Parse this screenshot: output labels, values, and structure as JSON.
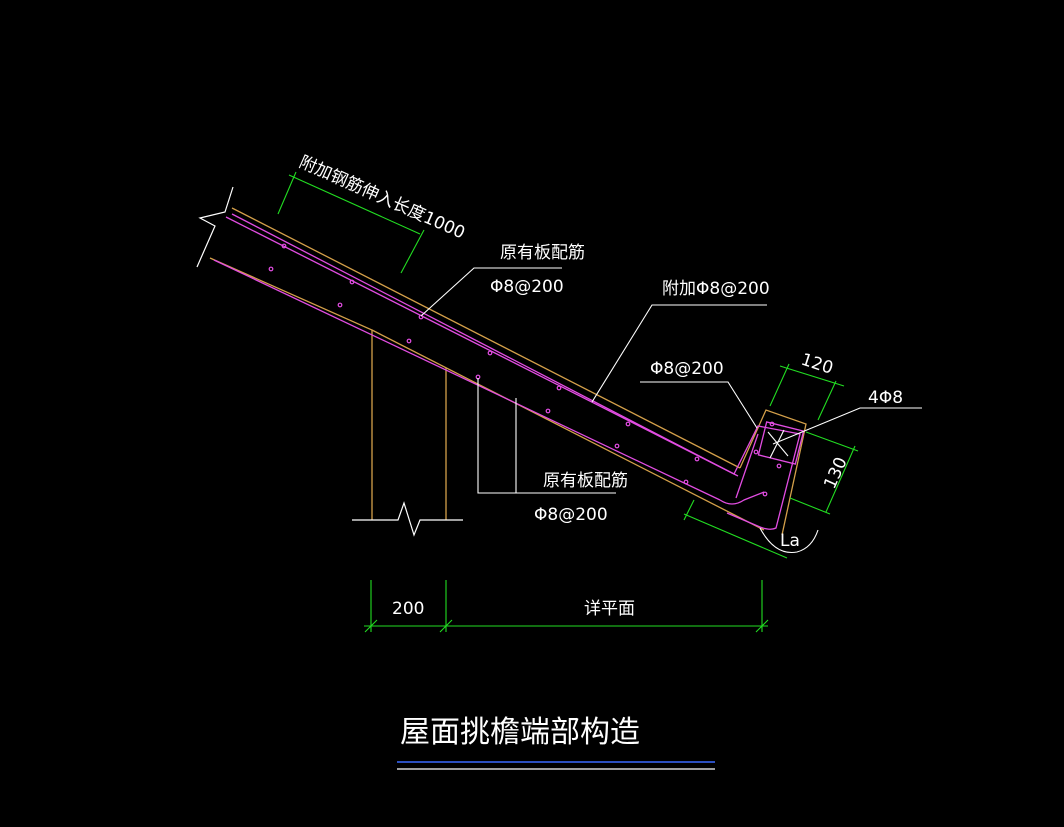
{
  "colors": {
    "background": "#000000",
    "slab_outline": "#d4a04a",
    "rebar": "#e24de2",
    "dimension": "#22dd22",
    "leader": "#ffffff",
    "text": "#ffffff",
    "title_underline_blue": "#3a6bff"
  },
  "labels": {
    "extension_length": "附加钢筋伸入长度1000",
    "top_rebar_name": "原有板配筋",
    "top_rebar_spec": "Φ8@200",
    "added_rebar": "附加Φ8@200",
    "stirrup_spec": "Φ8@200",
    "long_bars": "4Φ8",
    "bottom_rebar_name": "原有板配筋",
    "bottom_rebar_spec": "Φ8@200",
    "la": "La"
  },
  "dimensions": {
    "edge_width": "120",
    "edge_height": "130",
    "wall_width": "200",
    "see_plan": "详平面"
  },
  "title": "屋面挑檐端部构造"
}
